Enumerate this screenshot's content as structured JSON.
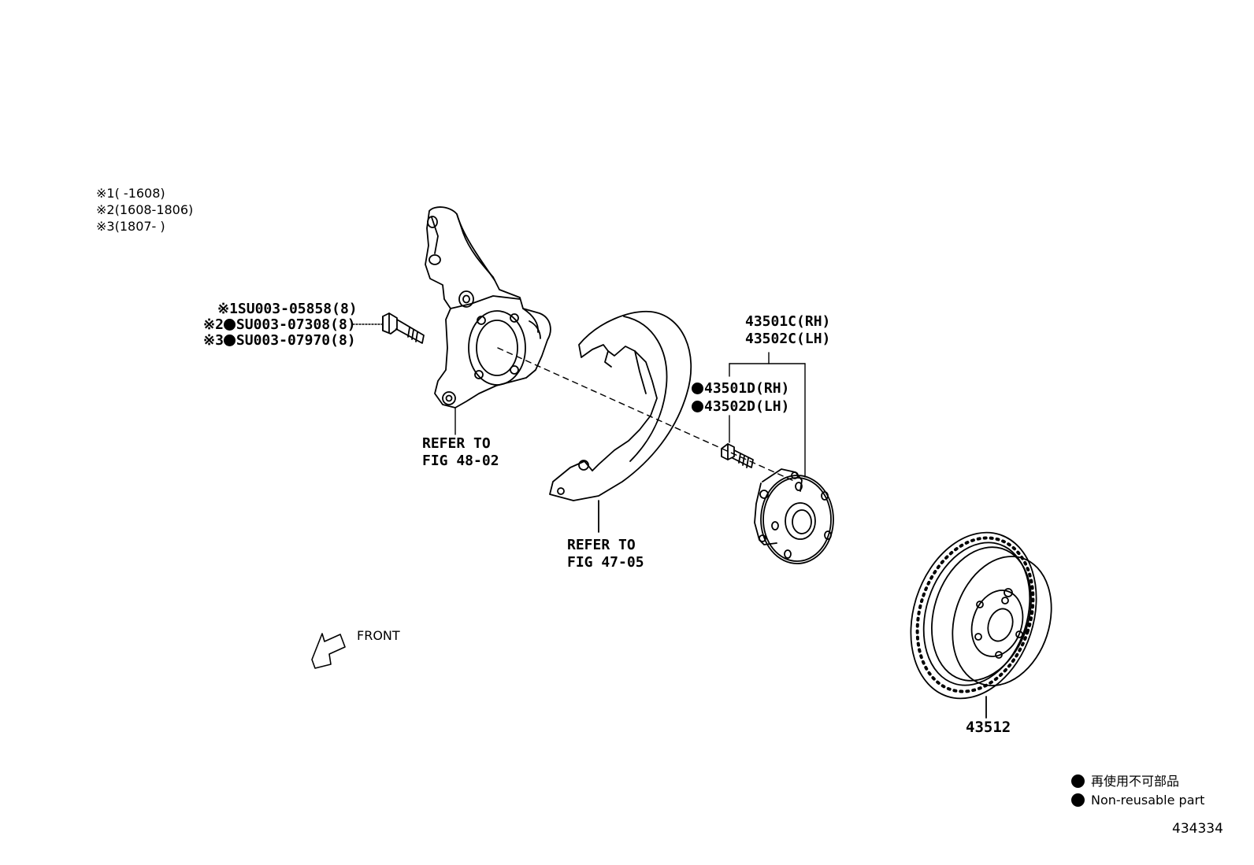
{
  "date_notes": [
    "※1(     -1608)",
    "※2(1608-1806)",
    "※3(1807-     )"
  ],
  "bolt_labels": {
    "line1": {
      "prefix": "※1",
      "text": "SU003-05858(8)"
    },
    "line2": {
      "prefix": "※2",
      "text": "SU003-07308(8)"
    },
    "line3": {
      "prefix": "※3",
      "text": "SU003-07970(8)"
    }
  },
  "knuckle_ref": {
    "line1": "REFER TO",
    "line2": "FIG 48-02"
  },
  "shield_ref": {
    "line1": "REFER TO",
    "line2": "FIG 47-05"
  },
  "hub_labels": {
    "rh": "43501C(RH)",
    "lh": "43502C(LH)"
  },
  "hub_bolt_labels": {
    "rh": "43501D(RH)",
    "lh": "43502D(LH)"
  },
  "rotor_label": "43512",
  "front_label": "FRONT",
  "legend": {
    "japanese": "再使用不可部品",
    "english": "Non-reusable part"
  },
  "figure_number": "434334",
  "colors": {
    "ink": "#000000",
    "paper": "#ffffff"
  }
}
